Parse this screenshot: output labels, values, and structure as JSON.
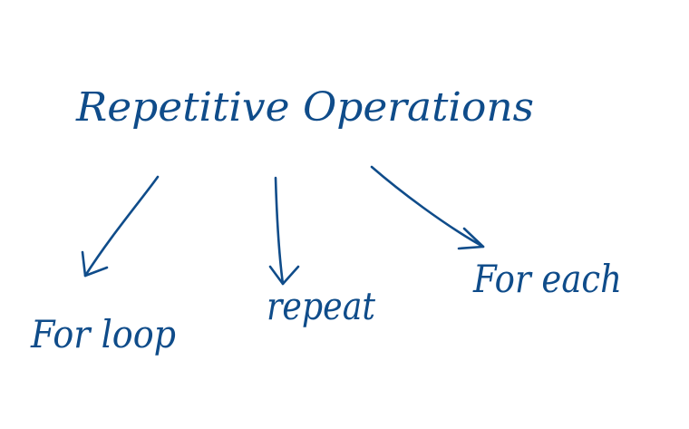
{
  "diagram": {
    "title": "Repetitive Operations",
    "branches": [
      {
        "label": "For loop"
      },
      {
        "label": "repeat"
      },
      {
        "label": "For each"
      }
    ],
    "colors": {
      "ink": "#0f4c8a",
      "background": "#ffffff"
    }
  }
}
